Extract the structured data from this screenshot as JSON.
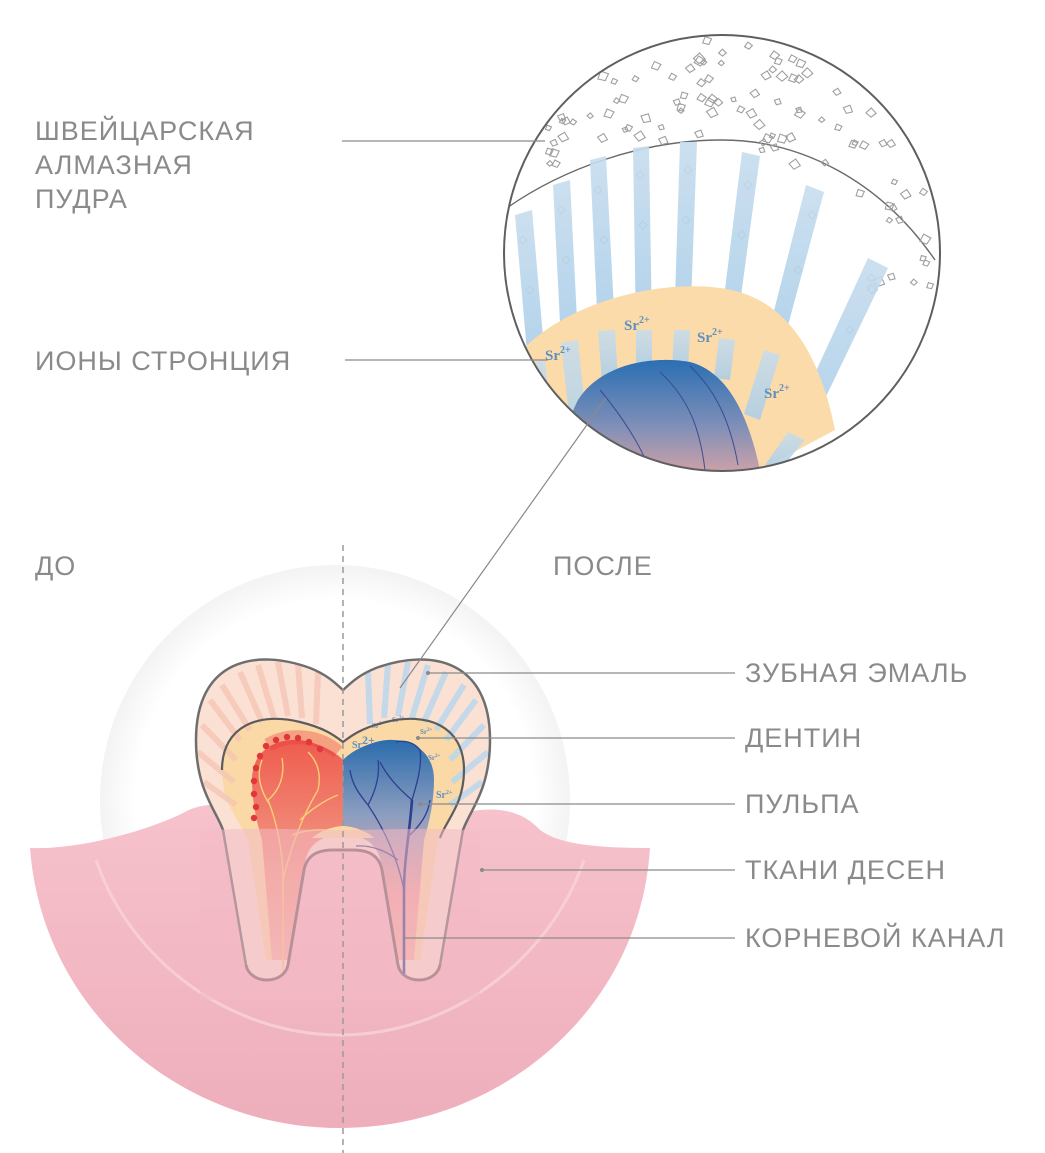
{
  "labels": {
    "diamond": [
      "ШВЕЙЦАРСКАЯ",
      "АЛМАЗНАЯ",
      "ПУДРА"
    ],
    "strontium": "ИОНЫ СТРОНЦИЯ",
    "before": "ДО",
    "after": "ПОСЛЕ",
    "enamel": "ЗУБНАЯ ЭМАЛЬ",
    "dentin": "ДЕНТИН",
    "pulp": "ПУЛЬПА",
    "gum": "ТКАНИ ДЕСЕН",
    "root_canal": "КОРНЕВОЙ КАНАЛ"
  },
  "ion": {
    "symbol": "Sr",
    "charge": "2+"
  },
  "colors": {
    "label_text": "#8a8a8a",
    "leader_line": "#8a8a8a",
    "gum": "#f3b9c4",
    "gum_light": "#f8cdd5",
    "dentin": "#fbdba9",
    "pulp_before": "#f07a64",
    "pulp_after_top": "#2e6fb0",
    "tubule_blue": "#b9d6ec",
    "tubule_red": "#f6c3b5",
    "inflamed_dot": "#e0363c",
    "diamond": "#a5a5a5"
  }
}
